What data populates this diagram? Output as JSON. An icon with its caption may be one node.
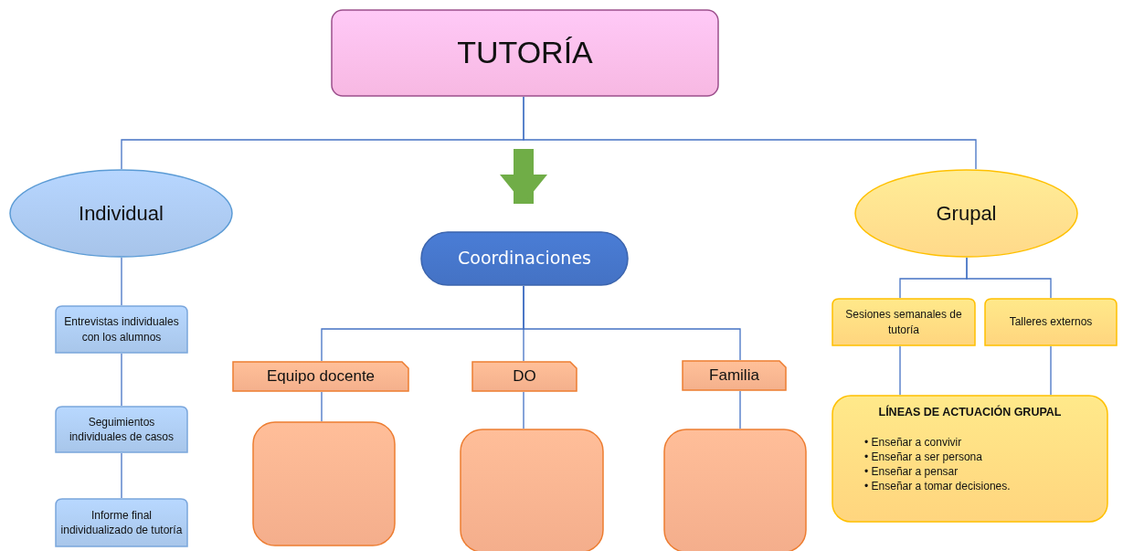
{
  "diagram": {
    "nodes": [
      {
        "text": [
          "TUTORÍA"
        ]
      },
      {
        "text": [
          "Individual"
        ]
      },
      {
        "text": [
          "Coordinaciones"
        ]
      },
      {
        "text": [
          "Grupal"
        ]
      },
      {
        "text": [
          "Entrevistas individuales con los alumnos"
        ]
      },
      {
        "text": [
          "Seguimientos individuales de casos"
        ]
      },
      {
        "text": [
          "Informe final individualizado de tutoría"
        ]
      },
      {
        "text": [
          "Equipo docente"
        ]
      },
      {
        "text": [
          "DO"
        ]
      },
      {
        "text": [
          "Familia"
        ]
      },
      {
        "text": [],
        "shape": "box"
      },
      {
        "text": [],
        "shape": "box"
      },
      {
        "text": [],
        "shape": "box"
      },
      {
        "text": [
          "Sesiones semanales de tutoría"
        ]
      },
      {
        "text": [
          "Talleres externos"
        ]
      },
      {
        "text": [
          "LÍNEAS DE ACTUACIÓN GRUPAL",
          "• Enseñar a convivir",
          "• Enseñar a ser persona",
          "• Enseñar a pensar",
          "• Enseñar a tomar decisiones."
        ]
      }
    ],
    "edges": [
      {
        "from": 0,
        "to": 1,
        "arrow": "none"
      },
      {
        "from": null,
        "to": 2,
        "arrow": "to",
        "style": "thick",
        "color": "#70ad47"
      },
      {
        "from": 0,
        "to": 3,
        "arrow": "none"
      },
      {
        "from": 1,
        "to": 4,
        "arrow": "none"
      },
      {
        "from": 4,
        "to": 5,
        "arrow": "none"
      },
      {
        "from": 5,
        "to": 6,
        "arrow": "none"
      },
      {
        "from": 2,
        "to": 7,
        "arrow": "none"
      },
      {
        "from": 2,
        "to": 8,
        "arrow": "none"
      },
      {
        "from": 2,
        "to": 9,
        "arrow": "none"
      },
      {
        "from": 7,
        "to": 10,
        "arrow": "none"
      },
      {
        "from": 8,
        "to": 11,
        "arrow": "none"
      },
      {
        "from": 9,
        "to": 12,
        "arrow": "none"
      },
      {
        "from": 3,
        "to": 13,
        "arrow": "none"
      },
      {
        "from": 3,
        "to": 14,
        "arrow": "none"
      },
      {
        "from": 13,
        "to": 15,
        "arrow": "none"
      },
      {
        "from": 14,
        "to": 15,
        "arrow": "none"
      }
    ]
  }
}
